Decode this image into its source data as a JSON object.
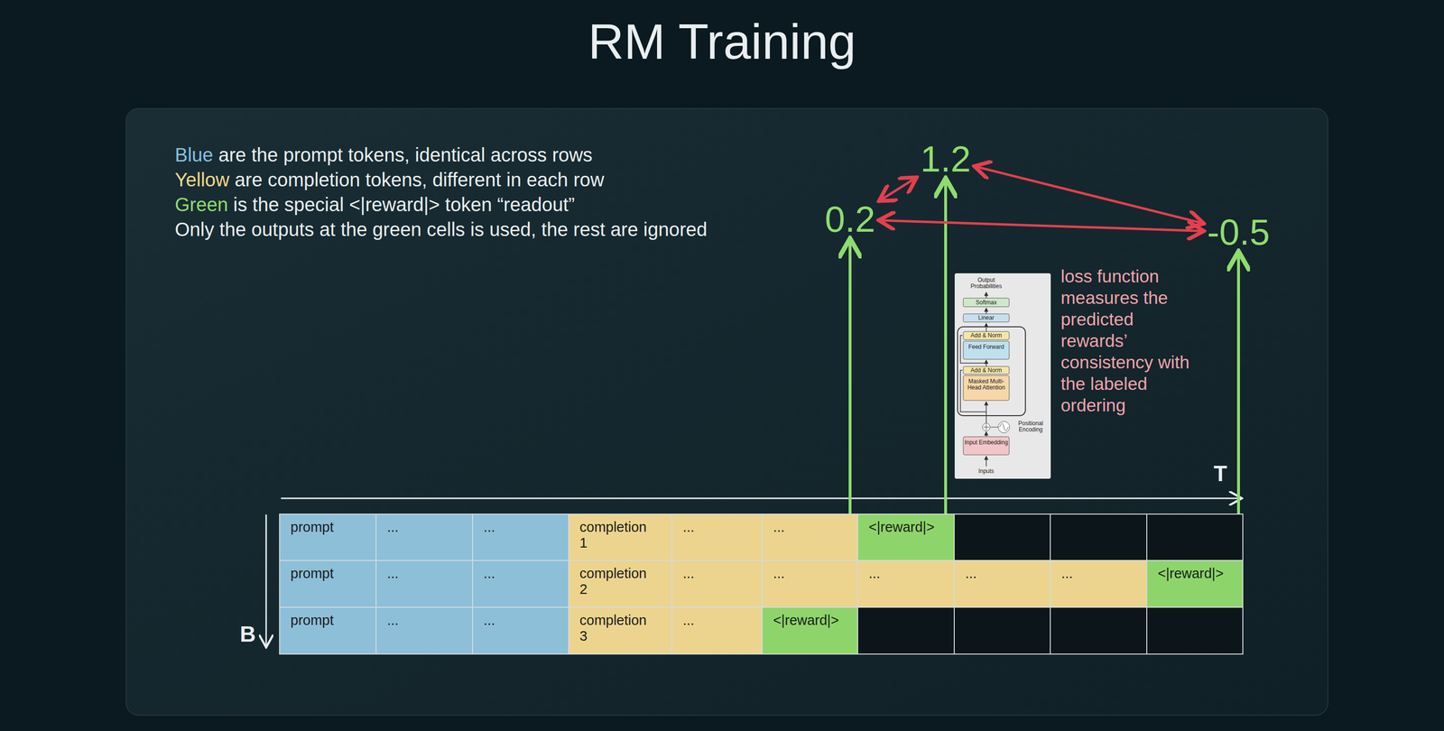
{
  "diagram": {
    "title": "RM Training",
    "nodes": [
      {
        "text": [
          "1.2"
        ]
      },
      {
        "text": [
          "0.2"
        ]
      },
      {
        "text": [
          "-0.5"
        ]
      },
      {
        "text": [
          "<|reward|>"
        ]
      },
      {
        "text": [
          "<|reward|>"
        ]
      },
      {
        "text": [
          "<|reward|>"
        ]
      }
    ],
    "edges": [
      {
        "from": 3,
        "to": 0,
        "arrow": "to"
      },
      {
        "from": 4,
        "to": 2,
        "arrow": "to"
      },
      {
        "from": 5,
        "to": 1,
        "arrow": "to"
      },
      {
        "from": 1,
        "to": 0,
        "arrow": "both"
      },
      {
        "from": 0,
        "to": 2,
        "arrow": "both"
      },
      {
        "from": 1,
        "to": 2,
        "arrow": "both"
      }
    ],
    "labels": [
      "Blue",
      "are the prompt tokens, identical across rows",
      "Yellow",
      "are completion tokens, different in each row",
      "Green",
      "is the special <|reward|> token “readout”",
      "Only the outputs at the green cells is used, the rest are ignored",
      "loss function measures the predicted rewards’ consistency with the labeled ordering",
      "Output Probabilities",
      "Softmax",
      "Linear",
      "Add & Norm",
      "Feed Forward",
      "Add & Norm",
      "Masked Multi-Head Attention",
      "Positional Encoding",
      "Input Embedding",
      "Inputs",
      "T",
      "B",
      "prompt",
      "...",
      "...",
      "completion 1",
      "...",
      "...",
      "prompt",
      "...",
      "...",
      "completion 2",
      "...",
      "...",
      "...",
      "...",
      "...",
      "prompt",
      "...",
      "...",
      "completion 3",
      "..."
    ]
  }
}
